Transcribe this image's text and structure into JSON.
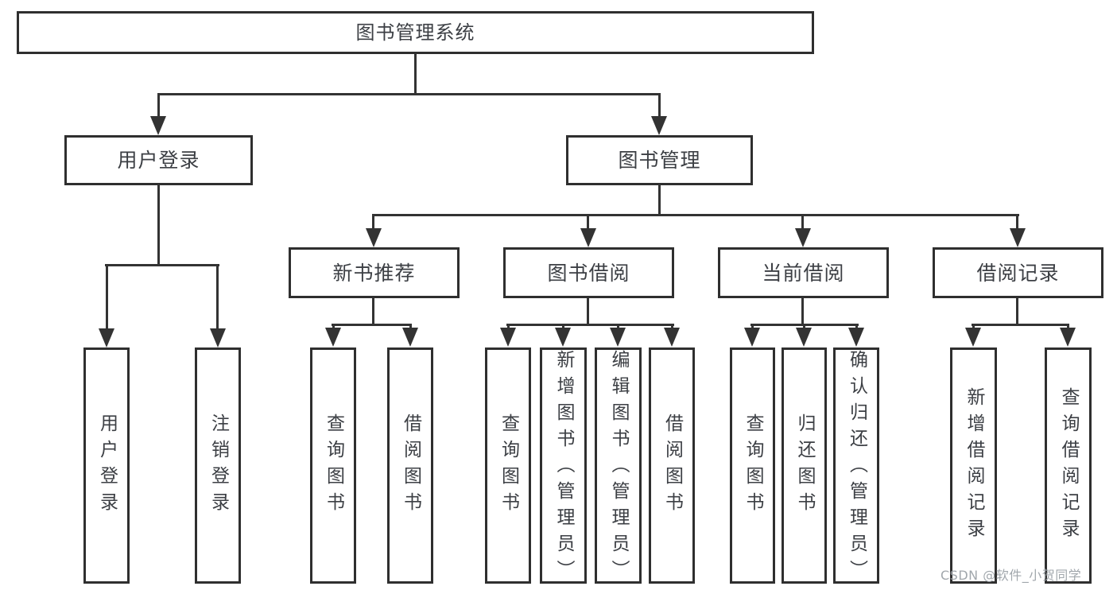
{
  "nodes": {
    "root": "图书管理系统",
    "login": "用户登录",
    "book_mgmt": "图书管理",
    "l3": {
      "new_books": "新书推荐",
      "borrow": "图书借阅",
      "current": "当前借阅",
      "records": "借阅记录"
    },
    "leaves": {
      "user_login": "用户登录",
      "logout": "注销登录",
      "nb_query": "查询图书",
      "nb_borrow": "借阅图书",
      "bb_query": "查询图书",
      "bb_add": "新增图书（管理员）",
      "bb_edit": "编辑图书（管理员）",
      "bb_borrow": "借阅图书",
      "cb_query": "查询图书",
      "cb_return": "归还图书",
      "cb_confirm": "确认归还（管理员）",
      "br_add": "新增借阅记录",
      "br_query": "查询借阅记录"
    }
  },
  "watermark": "CSDN @软件_小贺同学",
  "colors": {
    "line": "#333333",
    "box_border": "#2f2f2f",
    "text": "#3c3f44",
    "background": "#ffffff",
    "watermark": "#9aa0a6"
  }
}
